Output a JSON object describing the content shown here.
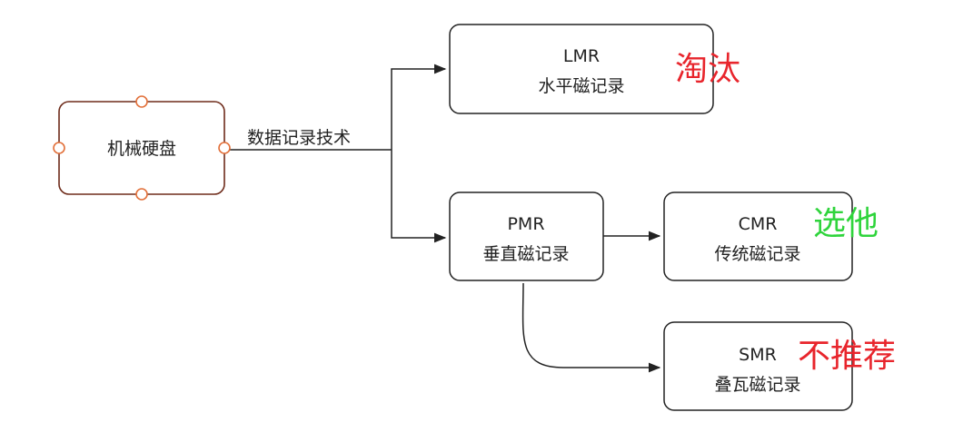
{
  "nodes": {
    "hdd": {
      "label": "机械硬盘"
    },
    "lmr": {
      "abbr": "LMR",
      "label": "水平磁记录"
    },
    "pmr": {
      "abbr": "PMR",
      "label": "垂直磁记录"
    },
    "cmr": {
      "abbr": "CMR",
      "label": "传统磁记录"
    },
    "smr": {
      "abbr": "SMR",
      "label": "叠瓦磁记录"
    }
  },
  "edge_label": "数据记录技术",
  "notes": {
    "lmr": {
      "text": "淘汰",
      "color": "#e8252c"
    },
    "cmr": {
      "text": "选他",
      "color": "#2fd43c"
    },
    "smr": {
      "text": "不推荐",
      "color": "#e8252c"
    }
  },
  "colors": {
    "hdd_border": "#6e2b1a",
    "handle": "#e2703a",
    "line": "#222222"
  }
}
